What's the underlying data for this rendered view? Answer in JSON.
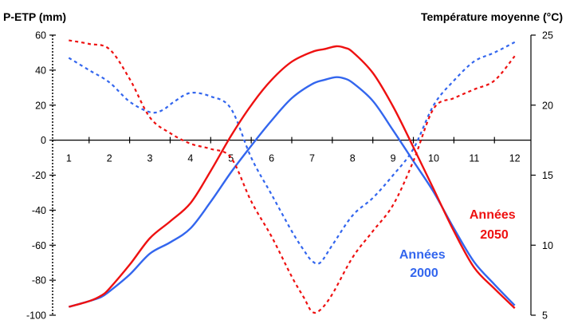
{
  "chart_data": {
    "type": "line",
    "left_axis_title": "P-ETP (mm)",
    "right_axis_title": "Température moyenne (°C)",
    "left_ylim": [
      -100,
      60
    ],
    "left_ticks": [
      "60",
      "40",
      "20",
      "0",
      "-20",
      "-40",
      "-60",
      "-80",
      "-100"
    ],
    "left_tick_values": [
      60,
      40,
      20,
      0,
      -20,
      -40,
      -60,
      -80,
      -100
    ],
    "right_ylim": [
      5,
      25
    ],
    "right_ticks": [
      "25",
      "20",
      "15",
      "10",
      "5"
    ],
    "right_tick_values": [
      25,
      20,
      15,
      10,
      5
    ],
    "x_ticks": [
      "1",
      "2",
      "3",
      "4",
      "5",
      "6",
      "7",
      "8",
      "9",
      "10",
      "11",
      "12"
    ],
    "x_tick_values": [
      1,
      2,
      3,
      4,
      5,
      6,
      7,
      8,
      9,
      10,
      11,
      12
    ],
    "xlim": [
      0.6,
      12.4
    ],
    "series": [
      {
        "label": "Années 2000",
        "label_lines": [
          "Années",
          "2000"
        ],
        "color": "#3366ee",
        "temperature_celsius": {
          "x": [
            1,
            1.5,
            1.8,
            2,
            2.5,
            3,
            3.5,
            4,
            4.5,
            5,
            5.5,
            6,
            6.5,
            7,
            7.3,
            7.6,
            7.8,
            8,
            8.5,
            9,
            9.5,
            10,
            10.5,
            11,
            11.5,
            12
          ],
          "y": [
            5.6,
            6.0,
            6.3,
            6.7,
            7.9,
            9.4,
            10.2,
            11.2,
            13.1,
            15.2,
            17.1,
            18.9,
            20.5,
            21.5,
            21.8,
            22.0,
            21.9,
            21.6,
            20.3,
            18.2,
            16.0,
            13.8,
            11.2,
            8.8,
            7.2,
            5.7
          ]
        },
        "p_etp_mm": {
          "x": [
            1,
            1.5,
            2,
            2.5,
            3,
            3.3,
            3.6,
            4,
            4.5,
            5,
            5.5,
            6,
            6.5,
            6.8,
            7,
            7.2,
            7.5,
            8,
            8.5,
            9,
            9.5,
            10,
            10.5,
            11,
            11.5,
            12
          ],
          "y": [
            47,
            40,
            33,
            22,
            16,
            17,
            22,
            27,
            25,
            18,
            -10,
            -31,
            -52,
            -63,
            -69,
            -70,
            -60,
            -43,
            -33,
            -20,
            -5,
            20,
            34,
            45,
            50,
            56
          ]
        }
      },
      {
        "label": "Années 2050",
        "label_lines": [
          "Années",
          "2050"
        ],
        "color": "#ee1111",
        "temperature_celsius": {
          "x": [
            1,
            1.5,
            1.8,
            2,
            2.5,
            3,
            3.5,
            4,
            4.5,
            5,
            5.5,
            6,
            6.5,
            7,
            7.3,
            7.6,
            7.8,
            8,
            8.5,
            9,
            9.5,
            10,
            10.5,
            11,
            11.5,
            12
          ],
          "y": [
            5.6,
            6.0,
            6.4,
            6.9,
            8.6,
            10.5,
            11.7,
            13.0,
            15.3,
            17.8,
            20.0,
            21.8,
            23.1,
            23.8,
            24.0,
            24.2,
            24.1,
            23.8,
            22.3,
            19.9,
            17.0,
            14.0,
            11.0,
            8.4,
            6.9,
            5.5
          ]
        },
        "p_etp_mm": {
          "x": [
            1,
            1.5,
            2,
            2.5,
            3,
            3.5,
            4,
            4.5,
            5,
            5.5,
            6,
            6.5,
            6.8,
            7,
            7.2,
            7.5,
            8,
            8.5,
            9,
            9.5,
            10,
            10.5,
            11,
            11.5,
            12
          ],
          "y": [
            57,
            55,
            52,
            35,
            13,
            4,
            -2,
            -5,
            -10,
            -35,
            -55,
            -78,
            -90,
            -98,
            -97,
            -88,
            -67,
            -52,
            -37,
            -12,
            18,
            24,
            29,
            34,
            48
          ]
        }
      }
    ]
  }
}
